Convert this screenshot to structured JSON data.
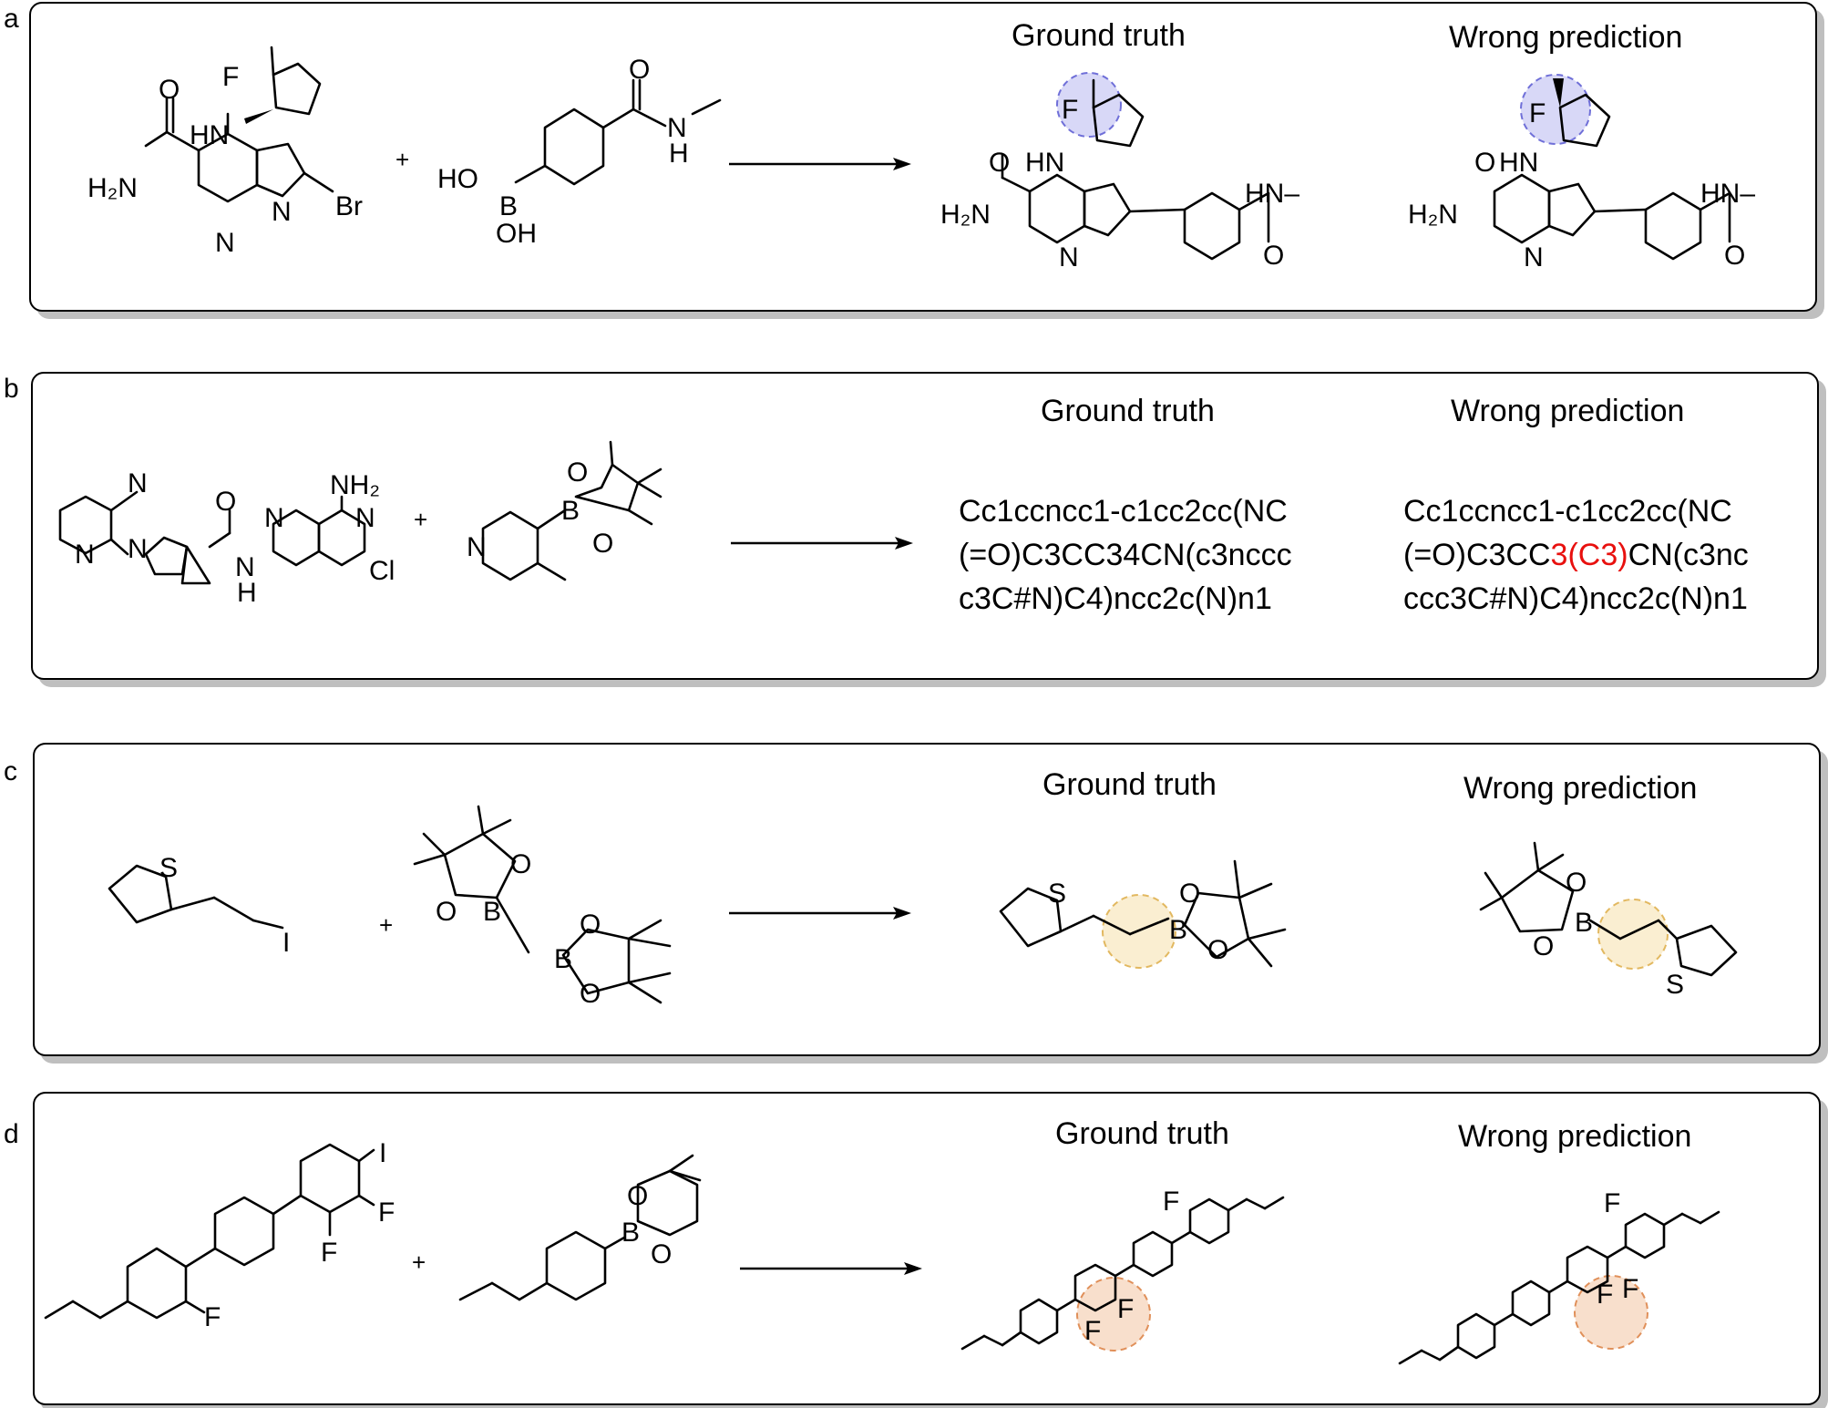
{
  "panels": [
    {
      "letter": "a",
      "reactant1_labels": {
        "F": "F",
        "HN": "HN",
        "O": "O",
        "H2N": "H₂N",
        "Br": "Br",
        "N": "N"
      },
      "plus": "+",
      "reactant2_labels": {
        "O": "O",
        "N": "N",
        "H": "H",
        "HO": "HO",
        "B": "B",
        "OH": "OH"
      },
      "ground_truth_title": "Ground truth",
      "wrong_prediction_title": "Wrong prediction",
      "product_labels": {
        "F": "F",
        "O": "O",
        "HN": "HN",
        "H2N": "H₂N",
        "N": "N",
        "HNmethyl": "HN–"
      },
      "highlight_color": "#8f8fe8"
    },
    {
      "letter": "b",
      "reactant1_labels": {
        "N": "N",
        "NH2": "NH₂",
        "O": "O",
        "Cl": "Cl",
        "H": "H"
      },
      "plus": "+",
      "reactant2_labels": {
        "O": "O",
        "B": "B",
        "N": "N"
      },
      "ground_truth_title": "Ground truth",
      "wrong_prediction_title": "Wrong prediction",
      "ground_truth_smiles": [
        "Cc1ccncc1-c1cc2cc(NC",
        "(=O)C3CC34CN(c3nccc",
        "c3C#N)C4)ncc2c(N)n1"
      ],
      "wrong_smiles_line1": "Cc1ccncc1-c1cc2cc(NC",
      "wrong_smiles_line2_pre": "(=O)C3CC",
      "wrong_smiles_line2_hl": "3(C3)",
      "wrong_smiles_line2_post": "CN(c3nc",
      "wrong_smiles_line3": "ccc3C#N)C4)ncc2c(N)n1",
      "error_color": "#e8100e"
    },
    {
      "letter": "c",
      "reactant1_labels": {
        "S": "S",
        "I": "I"
      },
      "plus": "+",
      "reactant2_labels": {
        "O": "O",
        "B": "B"
      },
      "ground_truth_title": "Ground truth",
      "wrong_prediction_title": "Wrong prediction",
      "product_labels": {
        "S": "S",
        "B": "B",
        "O": "O"
      },
      "highlight_color": "#f3d99a"
    },
    {
      "letter": "d",
      "reactant1_labels": {
        "I": "I",
        "F": "F"
      },
      "plus": "+",
      "reactant2_labels": {
        "O": "O",
        "B": "B"
      },
      "ground_truth_title": "Ground truth",
      "wrong_prediction_title": "Wrong prediction",
      "product_labels": {
        "F": "F"
      },
      "highlight_color": "#efb98f"
    }
  ]
}
